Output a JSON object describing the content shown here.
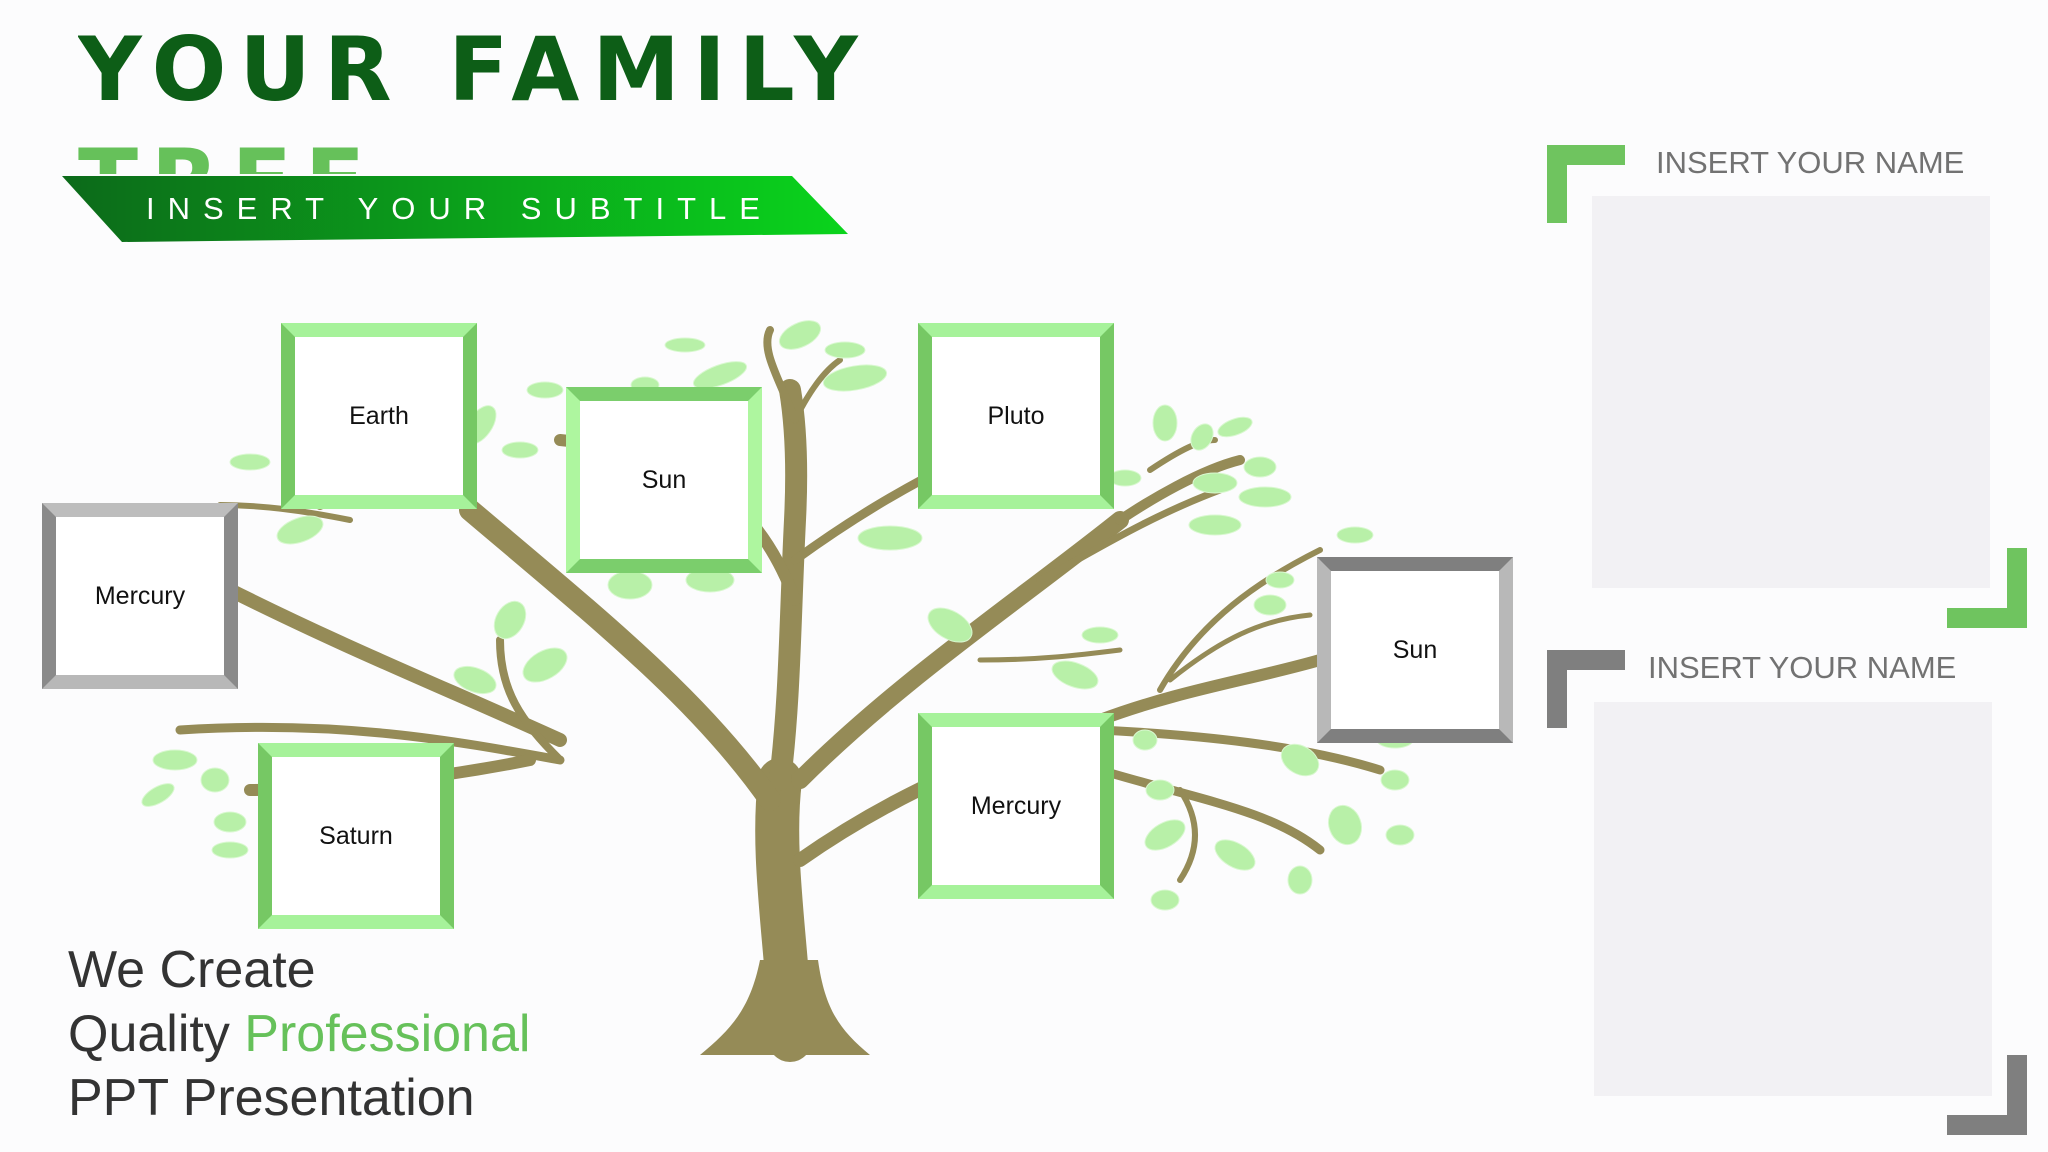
{
  "header": {
    "title_line1": "YOUR FAMILY",
    "title_line2": "TREE",
    "subtitle": "INSERT YOUR SUBTITLE"
  },
  "tree": {
    "frames": [
      {
        "id": "earth",
        "label": "Earth",
        "style": "green"
      },
      {
        "id": "sun-1",
        "label": "Sun",
        "style": "green2"
      },
      {
        "id": "pluto",
        "label": "Pluto",
        "style": "green"
      },
      {
        "id": "mercury-1",
        "label": "Mercury",
        "style": "gray"
      },
      {
        "id": "sun-2",
        "label": "Sun",
        "style": "gray2"
      },
      {
        "id": "saturn",
        "label": "Saturn",
        "style": "green"
      },
      {
        "id": "mercury-2",
        "label": "Mercury",
        "style": "green"
      }
    ]
  },
  "tagline": {
    "line1": "We Create",
    "line2_prefix": "Quality ",
    "line2_accent": "Professional",
    "line3": "PPT Presentation"
  },
  "panels": [
    {
      "title": "INSERT YOUR NAME",
      "accent": "#6fc45f"
    },
    {
      "title": "INSERT YOUR NAME",
      "accent": "#7f7f7f"
    }
  ],
  "colors": {
    "dark_green": "#0d5e17",
    "light_green": "#66c15a",
    "trunk": "#958b57",
    "leaf": "#b8f0a8",
    "gray": "#7f7f7f"
  }
}
